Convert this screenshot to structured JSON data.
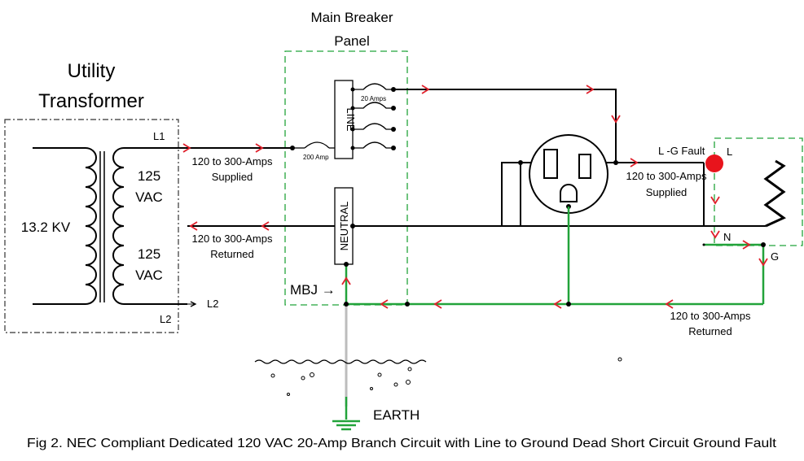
{
  "transformer": {
    "title_line1": "Utility",
    "title_line2": "Transformer",
    "primary_voltage": "13.2 KV",
    "winding_top_value": "125",
    "winding_top_unit": "VAC",
    "winding_bottom_value": "125",
    "winding_bottom_unit": "VAC",
    "l1": "L1",
    "l2": "L2",
    "l2_right": "L2"
  },
  "panel": {
    "title_line1": "Main Breaker",
    "title_line2": "Panel",
    "line_bus": "LINE",
    "neutral_bus": "NEUTRAL",
    "main_breaker": "200 Amp",
    "branch_breaker": "20 Amps",
    "mbj": "MBJ →"
  },
  "labels": {
    "supplied_current": "120 to 300-Amps",
    "supplied": "Supplied",
    "returned_current": "120 to 300-Amps",
    "returned": "Returned",
    "fault_current": "120 to 300-Amps",
    "fault_supplied": "Supplied",
    "ground_current": "120 to 300-Amps",
    "ground_returned": "Returned",
    "fault": "L -G Fault",
    "load_l": "L",
    "load_n": "N",
    "load_g": "G",
    "earth": "EARTH"
  },
  "caption": "Fig 2. NEC Compliant Dedicated 120 VAC 20-Amp Branch Circuit with Line to Ground Dead Short Circuit Ground Fault",
  "colors": {
    "wire": "#000000",
    "ground_wire": "#22a33a",
    "arrow": "#e0202b",
    "fault_dot": "#e8141c",
    "earth_rod": "#bdbdbd"
  }
}
